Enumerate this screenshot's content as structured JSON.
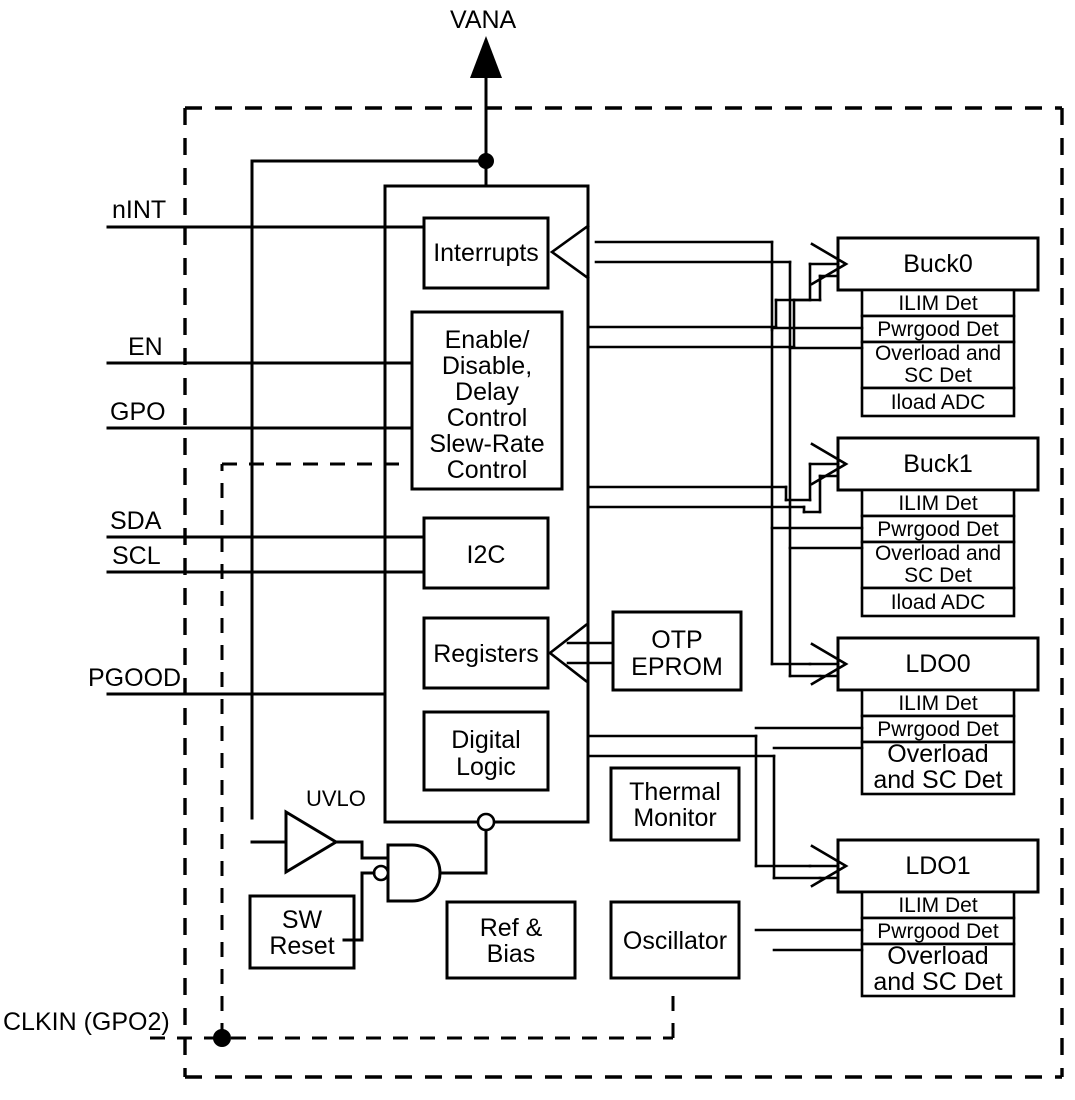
{
  "diagram": {
    "title": "VANA",
    "supply_label": "VANA",
    "pins": [
      {
        "name": "nINT",
        "label": "nINT"
      },
      {
        "name": "EN",
        "label": "EN"
      },
      {
        "name": "GPO",
        "label": "GPO"
      },
      {
        "name": "SDA",
        "label": "SDA"
      },
      {
        "name": "SCL",
        "label": "SCL"
      },
      {
        "name": "PGOOD",
        "label": "PGOOD"
      },
      {
        "name": "CLKIN",
        "label": "CLKIN (GPO2)"
      }
    ],
    "core_blocks": [
      {
        "id": "interrupts",
        "label": "Interrupts"
      },
      {
        "id": "enable",
        "lines": [
          "Enable/",
          "Disable,",
          "Delay",
          "Control",
          "Slew-Rate",
          "Control"
        ]
      },
      {
        "id": "i2c",
        "label": "I2C"
      },
      {
        "id": "registers",
        "label": "Registers"
      },
      {
        "id": "digital_logic",
        "lines": [
          "Digital",
          "Logic"
        ]
      }
    ],
    "side_blocks": [
      {
        "id": "otp",
        "lines": [
          "OTP",
          "EPROM"
        ]
      },
      {
        "id": "thermal",
        "lines": [
          "Thermal",
          "Monitor"
        ]
      },
      {
        "id": "sw_reset",
        "lines": [
          "SW",
          "Reset"
        ]
      },
      {
        "id": "ref_bias",
        "lines": [
          "Ref &",
          "Bias"
        ]
      },
      {
        "id": "oscillator",
        "lines": [
          "Oscillator"
        ]
      }
    ],
    "gates": [
      {
        "id": "uvlo",
        "label": "UVLO",
        "type": "buffer"
      },
      {
        "id": "nand",
        "label": "",
        "type": "nand"
      }
    ],
    "power_blocks": [
      {
        "id": "buck0",
        "label": "Buck0",
        "subs": [
          {
            "label": "ILIM Det"
          },
          {
            "label": "Pwrgood Det"
          },
          {
            "lines": [
              "Overload and",
              "SC Det"
            ]
          },
          {
            "label": "Iload ADC"
          }
        ]
      },
      {
        "id": "buck1",
        "label": "Buck1",
        "subs": [
          {
            "label": "ILIM Det"
          },
          {
            "label": "Pwrgood Det"
          },
          {
            "lines": [
              "Overload and",
              "SC Det"
            ]
          },
          {
            "label": "Iload ADC"
          }
        ]
      },
      {
        "id": "ldo0",
        "label": "LDO0",
        "subs": [
          {
            "label": "ILIM Det"
          },
          {
            "label": "Pwrgood Det"
          },
          {
            "lines": [
              "Overload",
              "and SC Det"
            ]
          }
        ]
      },
      {
        "id": "ldo1",
        "label": "LDO1",
        "subs": [
          {
            "label": "ILIM Det"
          },
          {
            "label": "Pwrgood Det"
          },
          {
            "lines": [
              "Overload",
              "and SC Det"
            ]
          }
        ]
      }
    ],
    "colors": {
      "line": "#000000",
      "fill": "#ffffff",
      "background": "#ffffff"
    }
  }
}
